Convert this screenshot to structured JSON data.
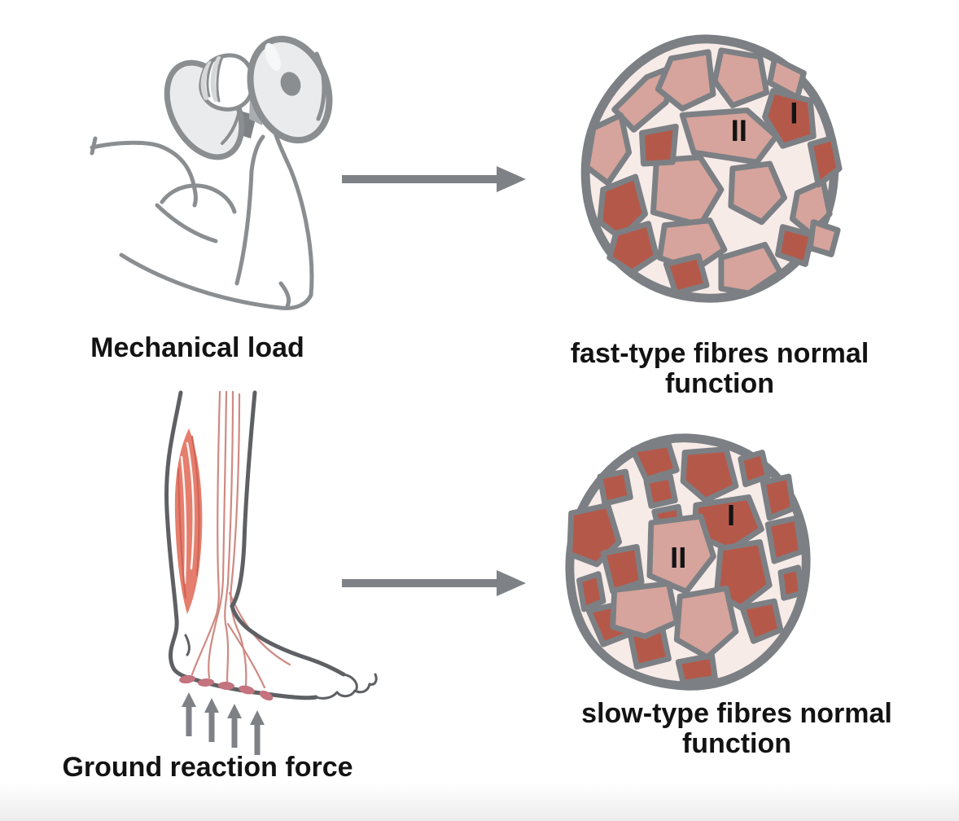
{
  "figure": {
    "top_row": {
      "stimulus_label": "Mechanical load",
      "stimulus_illustration": "arm-curling-dumbbell",
      "result_caption": "fast-type fibres normal function",
      "fibre_labels": {
        "type1": "I",
        "type2": "II"
      }
    },
    "bottom_row": {
      "stimulus_label": "Ground reaction force",
      "stimulus_illustration": "lower-leg-and-foot-with-ground-reaction-arrows",
      "result_caption": "slow-type fibres normal function",
      "fibre_labels": {
        "type1": "I",
        "type2": "II"
      }
    },
    "colors": {
      "fibre_type1_red": "#b4594a",
      "fibre_type2_pink": "#d6a49c",
      "section_background_pink": "#f7ebe8",
      "section_outline_gray": "#7c8084",
      "arrow_gray": "#7e8287",
      "arm_outline_gray": "#8b8e91",
      "dumbbell_fill_gray": "#e9ebec",
      "dumbbell_handle_gray": "#7f8285",
      "wedge_gray": "#a9adb0",
      "knuckle_shading_gray": "#d5d8d9",
      "leg_outline_gray": "#5e6063",
      "muscle_red": "#e57e6d",
      "tendon_red": "#cf8a82",
      "pad_pink": "#c4737f",
      "text_black": "#131313",
      "page_background": "#ffffff",
      "footer_gradient_gray": "#ececec"
    }
  }
}
